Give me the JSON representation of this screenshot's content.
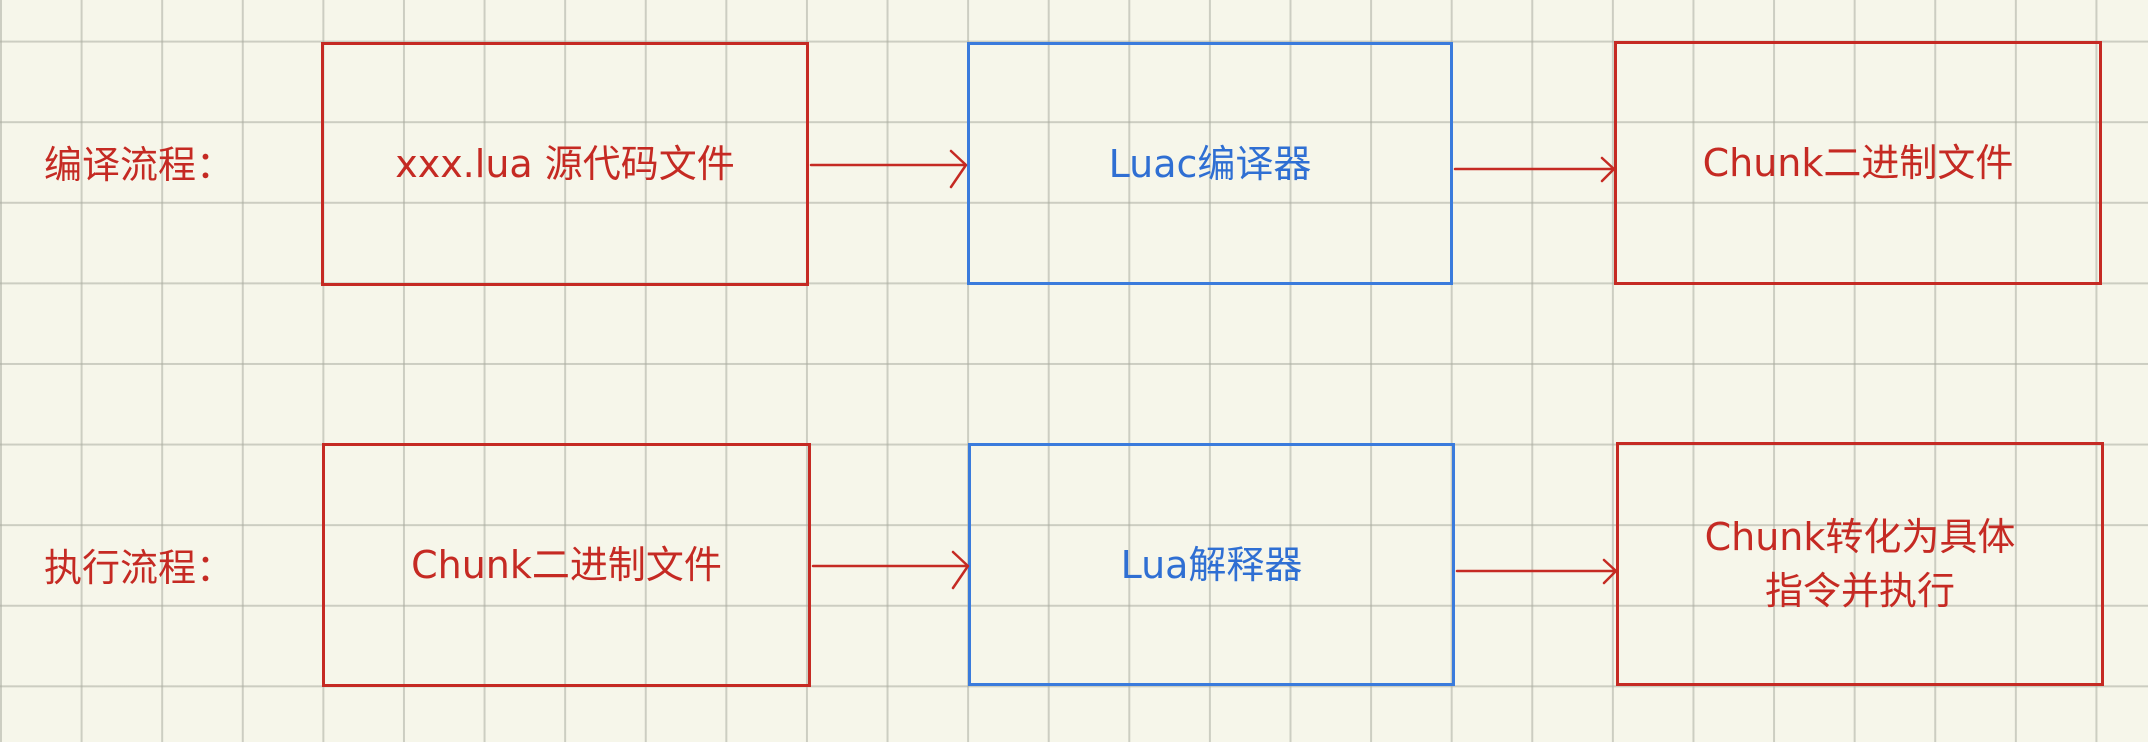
{
  "rows": [
    {
      "label": "编译流程：",
      "nodes": [
        {
          "text": "xxx.lua 源代码文件",
          "color": "#c52a23"
        },
        {
          "text": "Luac编译器",
          "color": "#2f6fd3"
        },
        {
          "text": "Chunk二进制文件",
          "color": "#c52a23"
        }
      ]
    },
    {
      "label": "执行流程：",
      "nodes": [
        {
          "text": "Chunk二进制文件",
          "color": "#c52a23"
        },
        {
          "text": "Lua解释器",
          "color": "#2f6fd3"
        },
        {
          "text": "Chunk转化为具体\n指令并执行",
          "color": "#c52a23"
        }
      ]
    }
  ],
  "edges": [
    {
      "from": "rows.0.nodes.0",
      "to": "rows.0.nodes.1"
    },
    {
      "from": "rows.0.nodes.1",
      "to": "rows.0.nodes.2"
    },
    {
      "from": "rows.1.nodes.0",
      "to": "rows.1.nodes.1"
    },
    {
      "from": "rows.1.nodes.1",
      "to": "rows.1.nodes.2"
    }
  ],
  "colors": {
    "background": "#f6f6ea",
    "grid": "#aaaca0",
    "red": "#c52a23",
    "blue": "#2f6fd3"
  }
}
